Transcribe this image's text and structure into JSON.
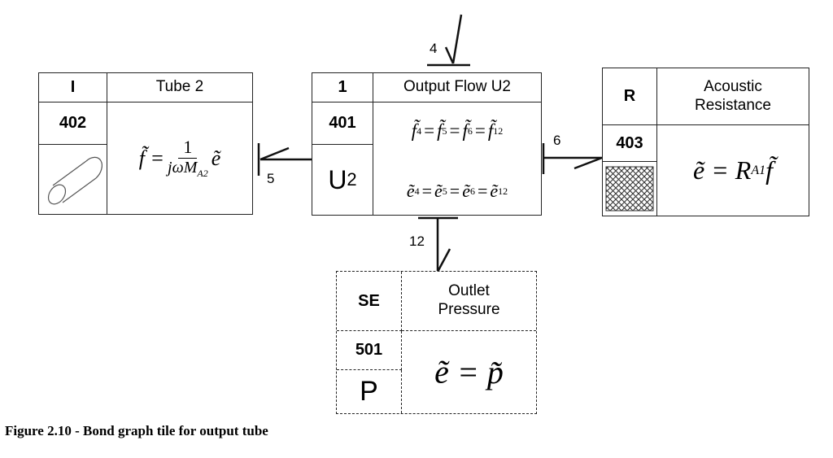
{
  "tiles": {
    "tube": {
      "type": "I",
      "title": "Tube 2",
      "id": "402",
      "eq_lhs": "f̃ =",
      "eq_num": "1",
      "eq_den": "jωM",
      "eq_den_sub": "A2",
      "eq_rhs": "ẽ"
    },
    "junction": {
      "type": "1",
      "title": "Output Flow U2",
      "id": "401",
      "symbol": "U",
      "symbol_sub": "2",
      "eq_flow": [
        "f̃",
        "4",
        "f̃",
        "5",
        "f̃",
        "6",
        "f̃",
        "12"
      ],
      "eq_effort": [
        "ẽ",
        "4",
        "ẽ",
        "5",
        "ẽ",
        "6",
        "ẽ",
        "12"
      ]
    },
    "resistance": {
      "type": "R",
      "title": "Acoustic Resistance",
      "id": "403",
      "eq_lhs": "ẽ = R",
      "eq_sub": "A1",
      "eq_rhs": "f̃"
    },
    "source": {
      "type": "SE",
      "title": "Outlet Pressure",
      "id": "501",
      "symbol": "P",
      "eq": "ẽ = p̃"
    }
  },
  "bonds": {
    "b4": "4",
    "b5": "5",
    "b6": "6",
    "b12": "12"
  },
  "caption": "Figure 2.10 - Bond graph tile for output tube"
}
